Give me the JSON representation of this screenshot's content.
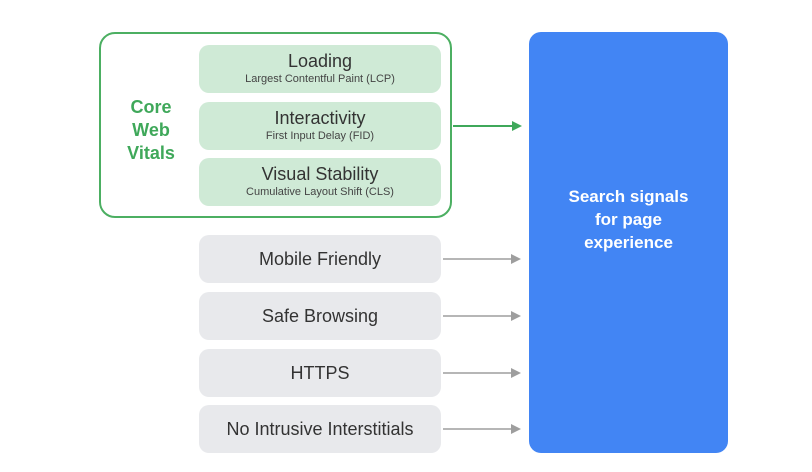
{
  "core_web_vitals": {
    "label": "Core\nWeb\nVitals",
    "color": "#3fa85a",
    "metrics": [
      {
        "title": "Loading",
        "subtitle": "Largest Contentful Paint (LCP)"
      },
      {
        "title": "Interactivity",
        "subtitle": "First Input Delay (FID)"
      },
      {
        "title": "Visual Stability",
        "subtitle": "Cumulative Layout Shift (CLS)"
      }
    ]
  },
  "other_signals": [
    {
      "label": "Mobile Friendly"
    },
    {
      "label": "Safe Browsing"
    },
    {
      "label": "HTTPS"
    },
    {
      "label": "No Intrusive Interstitials"
    }
  ],
  "target": {
    "label": "Search signals\nfor page\nexperience",
    "color": "#4285f4"
  },
  "connectors": [
    {
      "from": "core_web_vitals",
      "to": "target",
      "color": "#3fa85a"
    },
    {
      "from": "Mobile Friendly",
      "to": "target",
      "color": "#9e9e9e"
    },
    {
      "from": "Safe Browsing",
      "to": "target",
      "color": "#9e9e9e"
    },
    {
      "from": "HTTPS",
      "to": "target",
      "color": "#9e9e9e"
    },
    {
      "from": "No Intrusive Interstitials",
      "to": "target",
      "color": "#9e9e9e"
    }
  ]
}
